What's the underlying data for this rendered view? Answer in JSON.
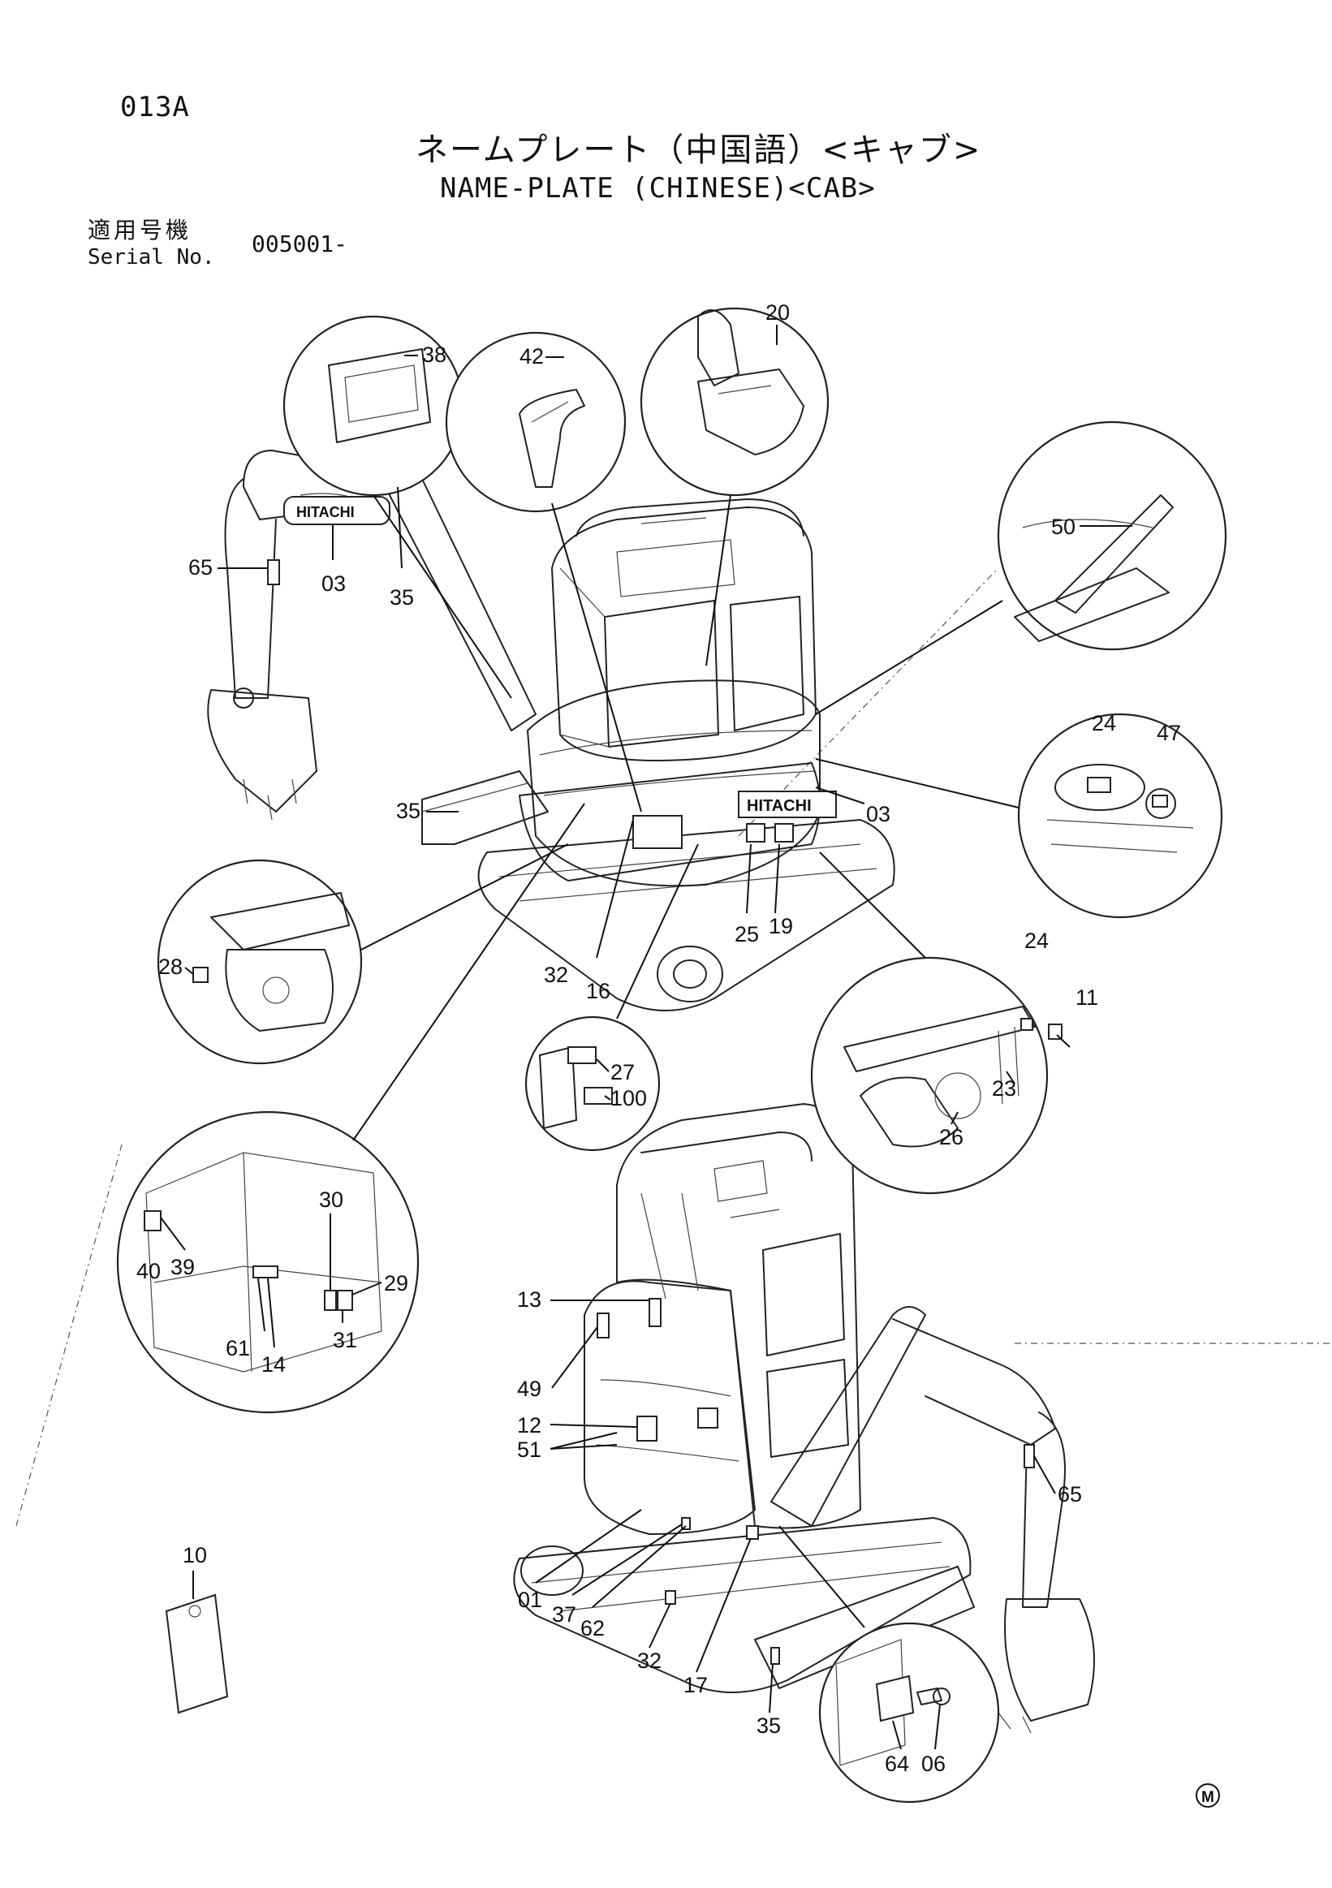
{
  "header": {
    "page_code": "013A",
    "title_jp": "ネームプレート（中国語）<キャブ>",
    "title_en": "NAME-PLATE (CHINESE)<CAB>",
    "serial_label_jp": "適用号機",
    "serial_label_en": "Serial No.",
    "serial_value": "005001-"
  },
  "brand_text": "HITACHI",
  "callouts": {
    "c38": "38",
    "c42": "42",
    "c20": "20",
    "c65a": "65",
    "c03a": "03",
    "c35a": "35",
    "c50": "50",
    "c24a": "24",
    "c47": "47",
    "c35b": "35",
    "c03b": "03",
    "c32a": "32",
    "c16": "16",
    "c25": "25",
    "c19": "19",
    "c28": "28",
    "c27": "27",
    "c100": "100",
    "c24b": "24",
    "c11": "11",
    "c23": "23",
    "c26": "26",
    "c30": "30",
    "c29": "29",
    "c40": "40",
    "c39": "39",
    "c61": "61",
    "c14": "14",
    "c31": "31",
    "c13": "13",
    "c49": "49",
    "c12": "12",
    "c51": "51",
    "c65b": "65",
    "c10": "10",
    "c01": "01",
    "c37": "37",
    "c62": "62",
    "c32b": "32",
    "c17": "17",
    "c35c": "35",
    "c64": "64",
    "c06": "06"
  },
  "footer_mark": "M"
}
